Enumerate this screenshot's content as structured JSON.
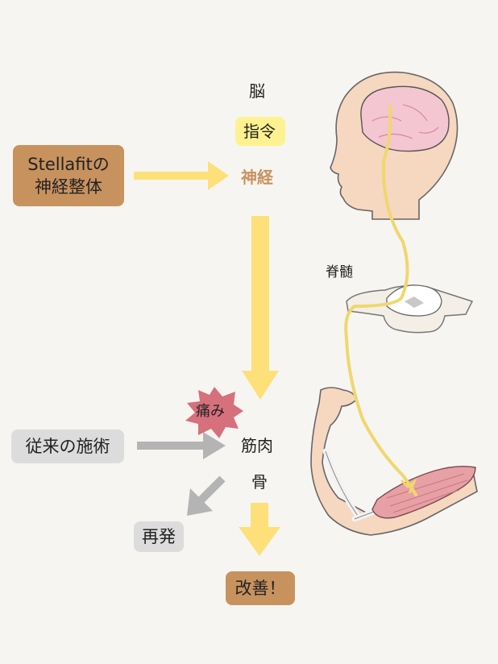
{
  "labels": {
    "brain": "脳",
    "command": "指令",
    "nerve": "神経",
    "spinal_cord": "脊髄",
    "pain": "痛み",
    "muscle": "筋肉",
    "bone": "骨",
    "recurrence": "再発",
    "improvement": "改善！"
  },
  "stellafit": {
    "line1": "Stellafitの",
    "line2": "神経整体"
  },
  "conventional": "従来の施術",
  "colors": {
    "background": "#f7f5f1",
    "brown_box": "#c8925f",
    "gray_box": "#dcdcdc",
    "yellow": "#fde07a",
    "yellow_highlight": "#fdf28f",
    "gray_arrow": "#b4b4b4",
    "nerve_text": "#c8925f",
    "pain_burst": "#d6707c",
    "skin": "#f6d7c0",
    "brain": "#f4c6d2",
    "muscle": "#e7a0a6"
  },
  "icons": [
    "head-brain-illustration",
    "spinal-cord-illustration",
    "arm-muscle-illustration",
    "pain-burst-icon"
  ]
}
